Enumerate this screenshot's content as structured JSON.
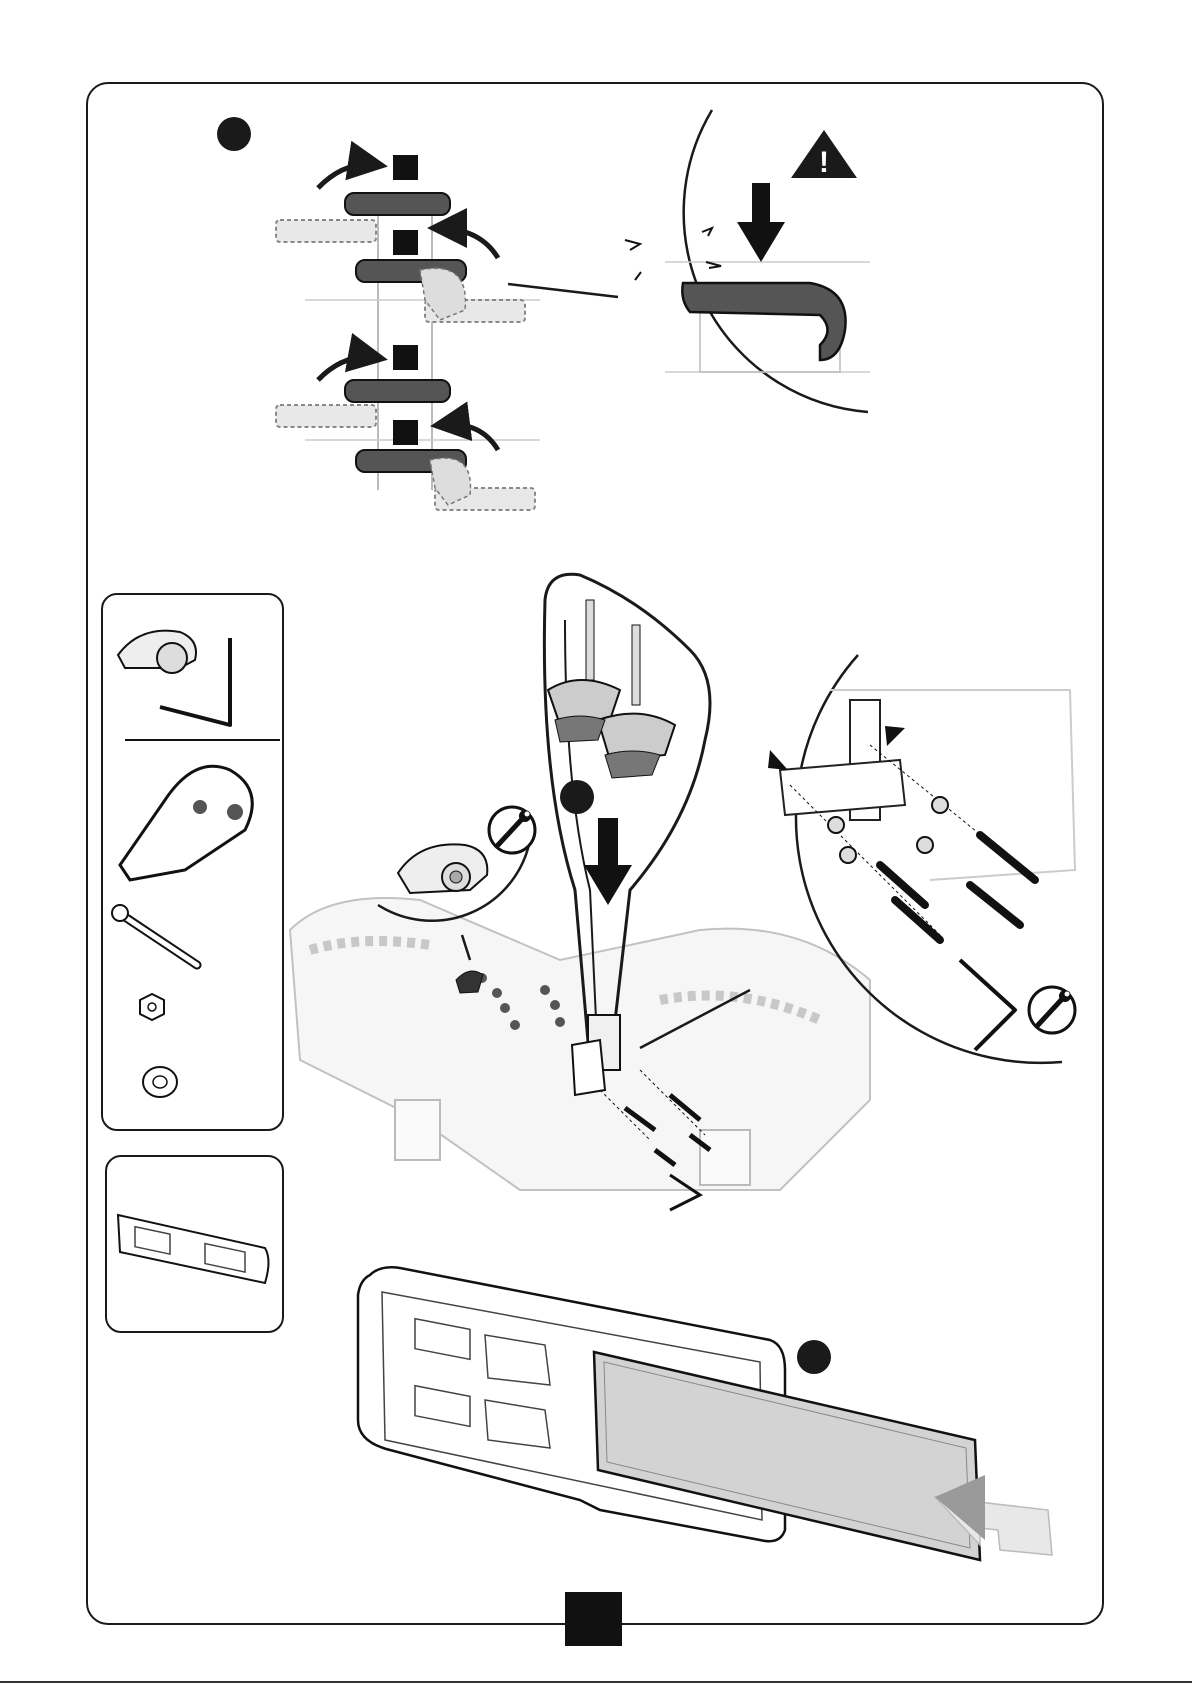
{
  "page": {
    "page_number": "",
    "warning_symbol": "!",
    "colors": {
      "ink": "#1a1a1a",
      "ghost": "#bdbdbd",
      "grey_plate": "#d3d3d3"
    }
  },
  "steps": [
    {
      "id": "step-1",
      "label": "",
      "icon": "step-dot"
    },
    {
      "id": "step-2",
      "label": "",
      "icon": "step-dot"
    },
    {
      "id": "step-3",
      "label": "",
      "icon": "step-dot"
    }
  ],
  "icons": [
    "warning-triangle-icon",
    "wrench-icon",
    "down-arrow-icon",
    "curved-arrow-icon",
    "push-arrow-icon"
  ],
  "parts": [
    {
      "name": "knob-clamp"
    },
    {
      "name": "allen-key"
    },
    {
      "name": "bike-arm-frame"
    },
    {
      "name": "bolt"
    },
    {
      "name": "lock-nut"
    },
    {
      "name": "washer"
    },
    {
      "name": "license-plate-holder"
    }
  ]
}
